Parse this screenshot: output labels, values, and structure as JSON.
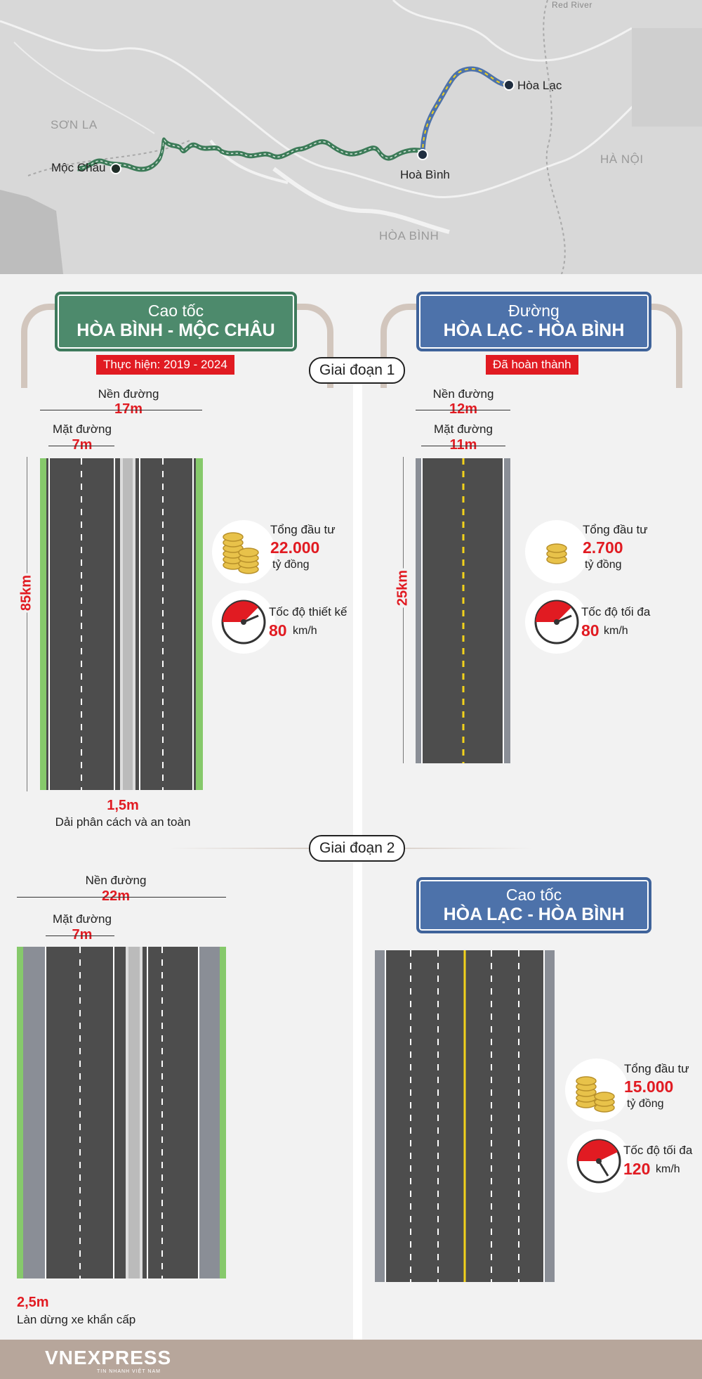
{
  "map": {
    "region_labels": [
      "SƠN LA",
      "HÀ NỘI",
      "HÒA BÌNH"
    ],
    "river_label": "Red River",
    "cities": [
      "Mộc Châu",
      "Hoà Bình",
      "Hòa Lạc"
    ]
  },
  "phase_labels": [
    "Giai đoạn 1",
    "Giai đoạn 2"
  ],
  "left": {
    "sign_line1": "Cao tốc",
    "sign_line2": "HÒA BÌNH - MỘC CHÂU",
    "badge": "Thực hiện: 2019 - 2024",
    "phase1": {
      "road_width_label": "Nền đường",
      "road_width": "17m",
      "surface_label": "Mặt đường",
      "surface_width": "7m",
      "length": "85km",
      "divider_width": "1,5m",
      "divider_label": "Dải phân cách và an toàn",
      "investment_label": "Tổng đầu tư",
      "investment_value": "22.000",
      "investment_unit": "tỷ đồng",
      "speed_label": "Tốc độ thiết kế",
      "speed_value": "80",
      "speed_unit": "km/h"
    },
    "phase2": {
      "road_width_label": "Nền đường",
      "road_width": "22m",
      "surface_label": "Mặt đường",
      "surface_width": "7m",
      "lane_width": "2,5m",
      "lane_label": "Làn dừng xe khẩn cấp"
    }
  },
  "right": {
    "sign_line1": "Đường",
    "sign_line2": "HÒA LẠC - HÒA BÌNH",
    "badge": "Đã hoàn thành",
    "phase1": {
      "road_width_label": "Nền đường",
      "road_width": "12m",
      "surface_label": "Mặt đường",
      "surface_width": "11m",
      "length": "25km",
      "investment_label": "Tổng đầu tư",
      "investment_value": "2.700",
      "investment_unit": "tỷ đồng",
      "speed_label": "Tốc độ tối đa",
      "speed_value": "80",
      "speed_unit": "km/h"
    },
    "phase2": {
      "sign_line1": "Cao tốc",
      "sign_line2": "HÒA LẠC - HÒA BÌNH",
      "investment_label": "Tổng đầu tư",
      "investment_value": "15.000",
      "investment_unit": "tỷ đồng",
      "speed_label": "Tốc độ tối đa",
      "speed_value": "120",
      "speed_unit": "km/h"
    }
  },
  "footer": {
    "brand": "VNEXPRESS",
    "tagline": "TIN NHANH VIỆT NAM"
  },
  "colors": {
    "accent_red": "#e11b22",
    "sign_green": "#4d8a6c",
    "sign_blue": "#4d72aa",
    "asphalt": "#4a4a4a"
  }
}
